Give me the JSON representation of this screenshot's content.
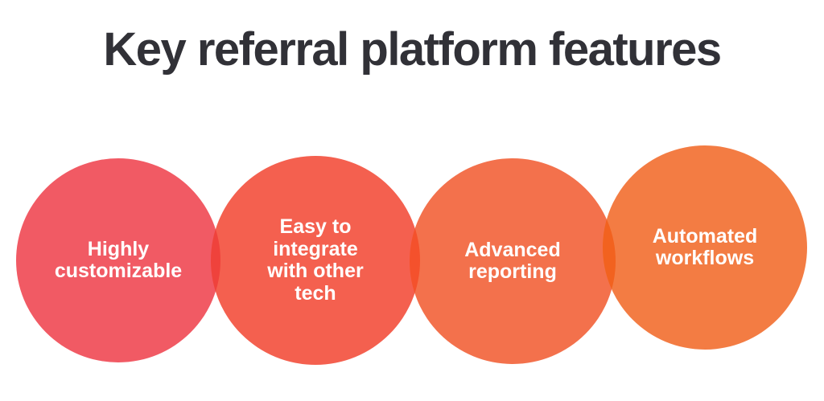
{
  "title": {
    "text": "Key referral platform features",
    "color": "#313137"
  },
  "background_color": "#ffffff",
  "diagram": {
    "type": "overlapping-circles-row",
    "circles": [
      {
        "label": "Highly\ncustomizable",
        "color": "#F15A64",
        "text_color": "#ffffff"
      },
      {
        "label": "Easy to\nintegrate\nwith other\ntech",
        "color": "#F4604F",
        "text_color": "#ffffff"
      },
      {
        "label": "Advanced\nreporting",
        "color": "#F3714C",
        "text_color": "#ffffff"
      },
      {
        "label": "Automated\nworkflows",
        "color": "#F37C43",
        "text_color": "#ffffff"
      }
    ],
    "overlaps": [
      {
        "between": "circle-1-and-circle-2",
        "color": "#EF423C"
      },
      {
        "between": "circle-2-and-circle-3",
        "color": "#F4512C"
      },
      {
        "between": "circle-3-and-circle-4",
        "color": "#F2621F"
      }
    ]
  }
}
